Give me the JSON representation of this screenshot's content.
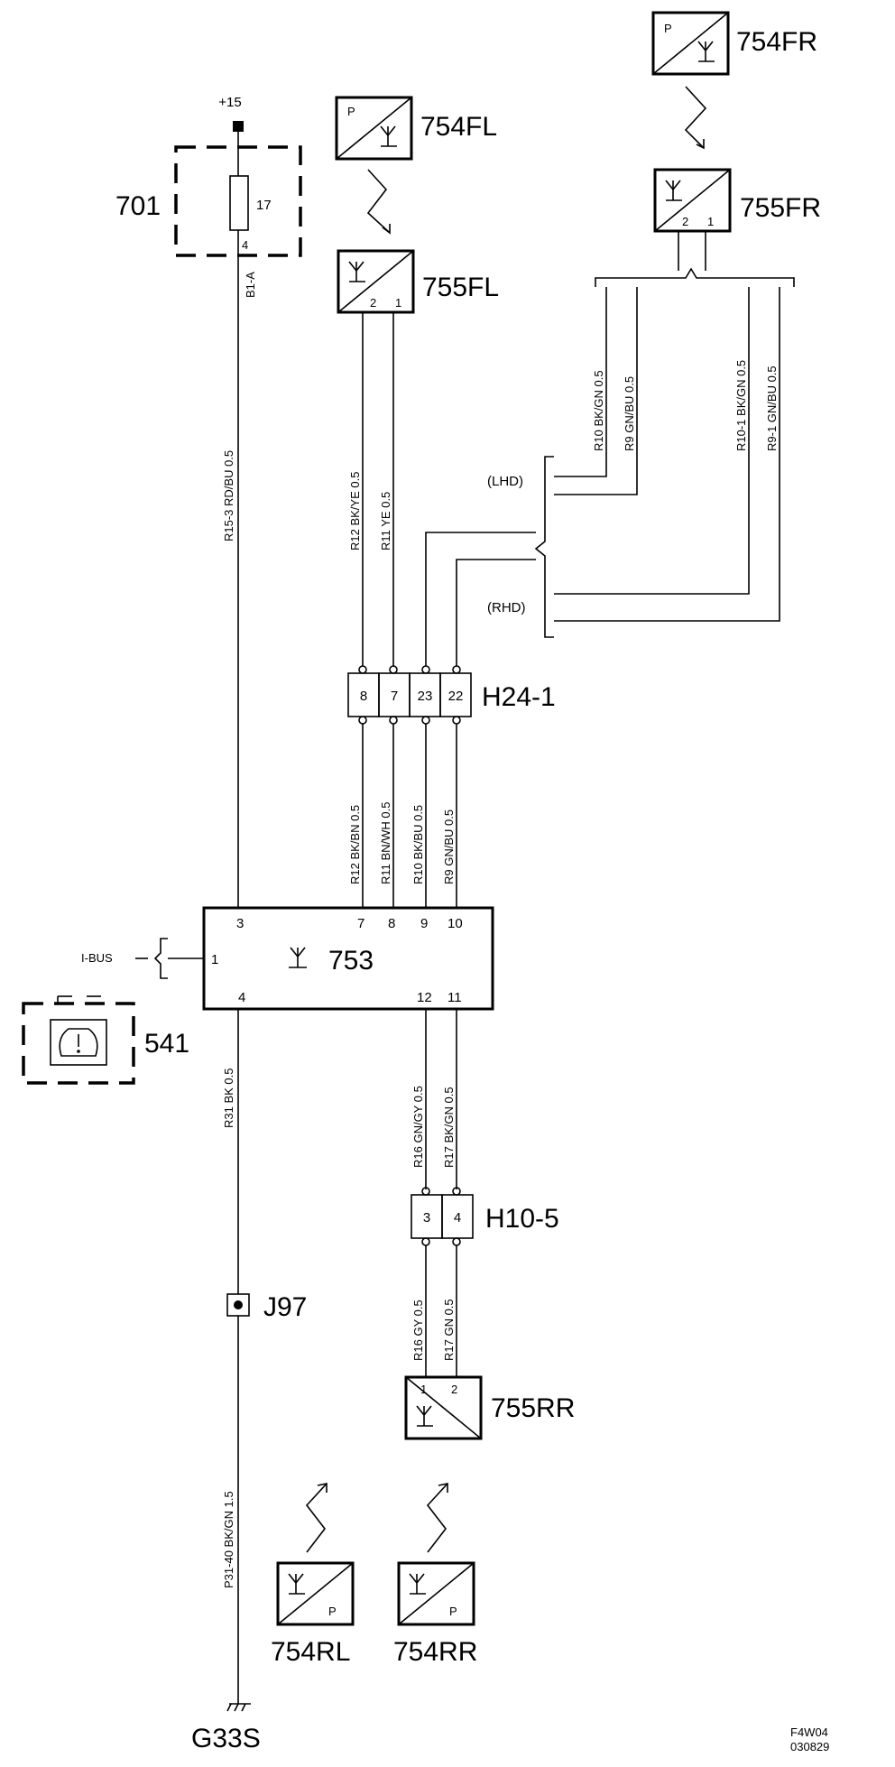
{
  "supply": {
    "terminal": "+15"
  },
  "fuse_box": {
    "ref": "701",
    "fuse": "17",
    "pin": "4",
    "connector": "B1-A"
  },
  "sensor_fl": {
    "ref": "754FL",
    "symbol": "P"
  },
  "antenna_fl": {
    "ref": "755FL",
    "pin_a": "2",
    "pin_b": "1"
  },
  "sensor_fr": {
    "ref": "754FR",
    "symbol": "P"
  },
  "antenna_fr": {
    "ref": "755FR",
    "pin_a": "2",
    "pin_b": "1"
  },
  "wires": {
    "r15_3": "R15-3  RD/BU  0.5",
    "r12_fl": "R12  BK/YE  0.5",
    "r11_fl": "R11  YE  0.5",
    "r10_fr": "R10  BK/GN  0.5",
    "r9_fr": "R9  GN/BU  0.5",
    "r10_1": "R10-1  BK/GN  0.5",
    "r9_1": "R9-1  GN/BU  0.5",
    "r12": "R12  BK/BN  0.5",
    "r11": "R11  BN/WH  0.5",
    "r10": "R10  BK/BU  0.5",
    "r9": "R9  GN/BU  0.5",
    "r31": "R31  BK  0.5",
    "r16": "R16  GN/GY  0.5",
    "r17": "R17  BK/GN  0.5",
    "r16_rr": "R16  GY  0.5",
    "r17_rr": "R17  GN  0.5",
    "p31_40": "P31-40  BK/GN  1.5"
  },
  "variants": {
    "lhd": "(LHD)",
    "rhd": "(RHD)"
  },
  "connector_h24": {
    "ref": "H24-1",
    "pins": [
      "8",
      "7",
      "23",
      "22"
    ]
  },
  "control_unit": {
    "ref": "753",
    "pins_top": [
      "3",
      "7",
      "8",
      "9",
      "10"
    ],
    "pin_left": "1",
    "pins_bottom": [
      "4",
      "12",
      "11"
    ],
    "bus_label": "I-BUS"
  },
  "indicator": {
    "ref": "541"
  },
  "connector_h10": {
    "ref": "H10-5",
    "pins": [
      "3",
      "4"
    ]
  },
  "splice": {
    "ref": "J97"
  },
  "antenna_rr": {
    "ref": "755RR",
    "pin_a": "1",
    "pin_b": "2"
  },
  "sensor_rl": {
    "ref": "754RL",
    "symbol": "P"
  },
  "sensor_rr": {
    "ref": "754RR",
    "symbol": "P"
  },
  "ground": {
    "ref": "G33S"
  },
  "drawing": {
    "code": "F4W04",
    "date": "030829"
  }
}
